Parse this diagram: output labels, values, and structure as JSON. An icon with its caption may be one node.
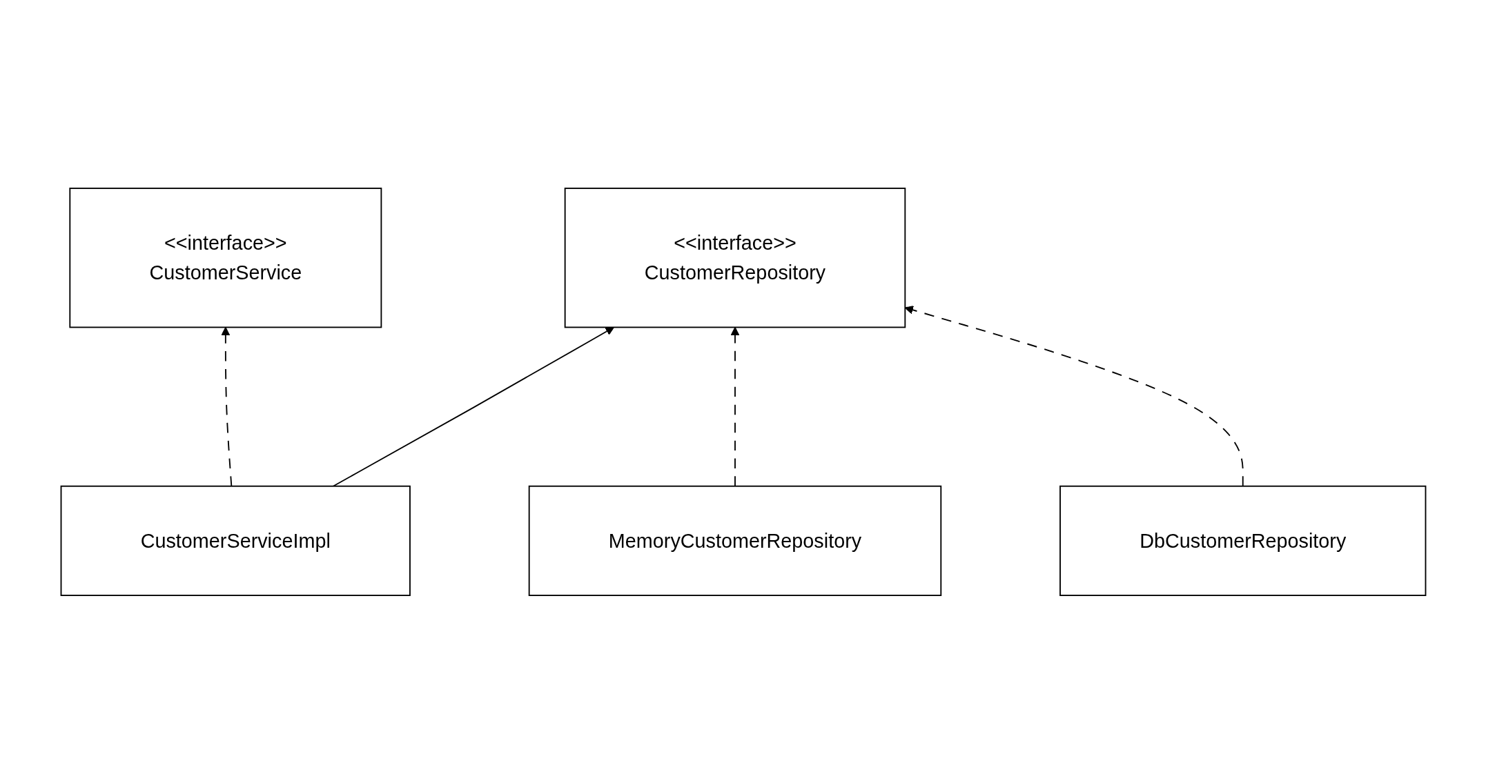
{
  "diagram": {
    "nodes": [
      {
        "text": [
          "<<interface>>",
          "CustomerService"
        ]
      },
      {
        "text": [
          "<<interface>>",
          "CustomerRepository"
        ]
      },
      {
        "text": [
          "CustomerServiceImpl"
        ]
      },
      {
        "text": [
          "MemoryCustomerRepository"
        ]
      },
      {
        "text": [
          "DbCustomerRepository"
        ]
      }
    ],
    "edges": [
      {
        "from": 2,
        "to": 0,
        "arrow": "to",
        "style": "dashed"
      },
      {
        "from": 2,
        "to": 1,
        "arrow": "to"
      },
      {
        "from": 3,
        "to": 1,
        "arrow": "to",
        "style": "dashed"
      },
      {
        "from": 4,
        "to": 1,
        "arrow": "to",
        "style": "dashed"
      }
    ]
  }
}
